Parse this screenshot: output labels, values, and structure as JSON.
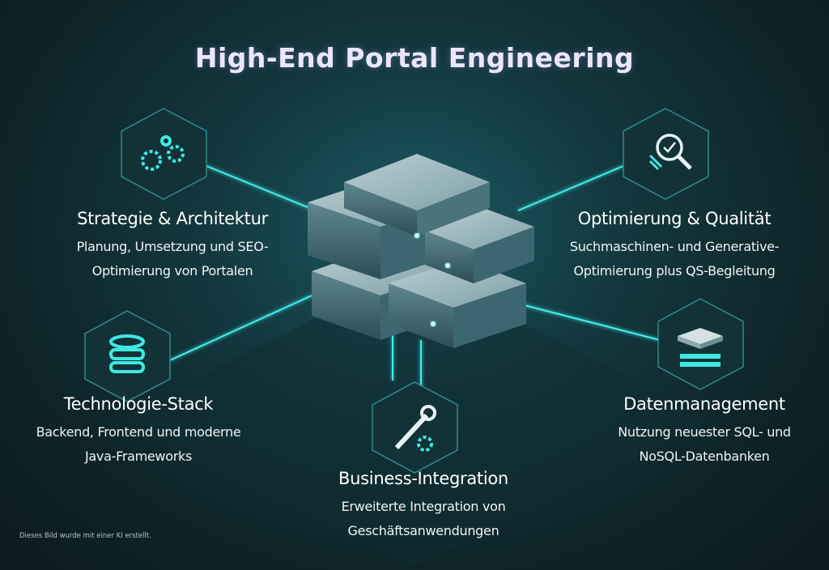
{
  "title": "High-End Portal Engineering",
  "accent": "#2fe6e0",
  "features": [
    {
      "icon": "gears-icon",
      "heading": "Strategie & Architektur",
      "lines": [
        "Planung, Umsetzung und SEO-",
        "Optimierung von Portalen"
      ]
    },
    {
      "icon": "magnifier-check-icon",
      "heading": "Optimierung & Qualität",
      "lines": [
        "Suchmaschinen- und Generative-",
        "Optimierung plus QS-Begleitung"
      ]
    },
    {
      "icon": "database-icon",
      "heading": "Technologie-Stack",
      "lines": [
        "Backend, Frontend und moderne",
        "Java-Frameworks"
      ]
    },
    {
      "icon": "layers-icon",
      "heading": "Datenmanagement",
      "lines": [
        "Nutzung neuester SQL- und",
        "NoSQL-Datenbanken"
      ]
    },
    {
      "icon": "wrench-gear-icon",
      "heading": "Business-Integration",
      "lines": [
        "Erweiterte Integration von",
        "Geschäftsanwendungen"
      ]
    }
  ],
  "footer": "Dieses Bild wurde mit einer KI erstellt."
}
